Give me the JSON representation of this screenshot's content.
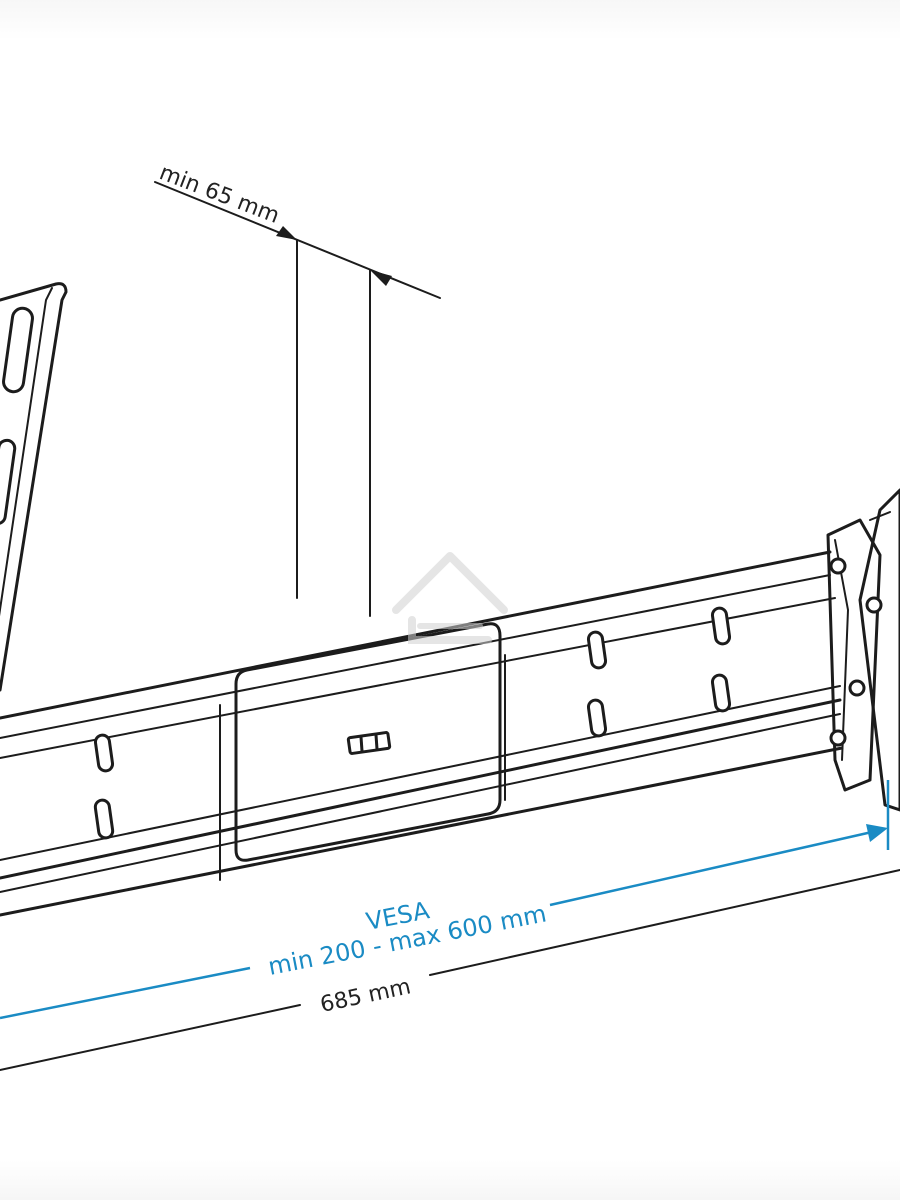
{
  "diagram": {
    "depth_label": "min 65 mm",
    "vesa_label_line1": "VESA",
    "vesa_label_line2": "min 200 - max 600 mm",
    "width_label": "685 mm",
    "watermark_icon": "house-icon"
  },
  "colors": {
    "line": "#1c1c1c",
    "accent_blue": "#1a8bc4",
    "watermark": "#d9d9d9",
    "background": "#ffffff"
  }
}
